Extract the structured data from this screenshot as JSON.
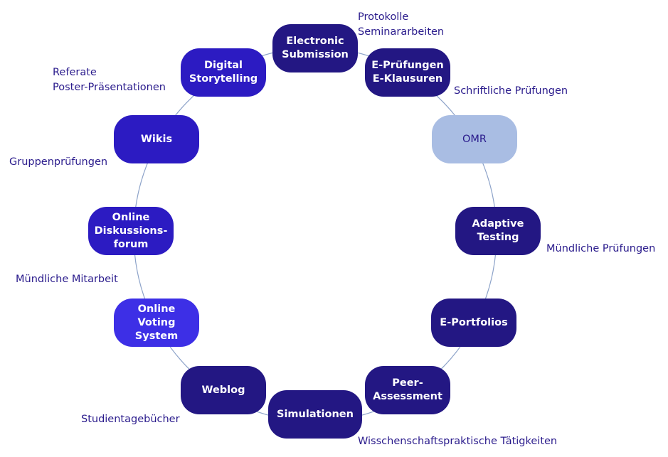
{
  "colors": {
    "ring": "#8da3c9",
    "navy": "#231783",
    "indigo": "#2c1bc2",
    "royal": "#3d2fe6",
    "light": "#a9bde3",
    "text": "#2a1b8c"
  },
  "nodes": {
    "electronic_submission": "Electronic\nSubmission",
    "e_pruefungen": "E-Prüfungen\nE-Klausuren",
    "omr": "OMR",
    "adaptive_testing": "Adaptive\nTesting",
    "e_portfolios": "E-Portfolios",
    "peer_assessment": "Peer-\nAssessment",
    "simulationen": "Simulationen",
    "weblog": "Weblog",
    "online_voting": "Online\nVoting\nSystem",
    "online_forum": "Online\nDiskussions-\nforum",
    "wikis": "Wikis",
    "digital_storytelling": "Digital\nStorytelling"
  },
  "notes": {
    "protokolle": "Protokolle\nSeminararbeiten",
    "schriftliche": "Schriftliche Prüfungen",
    "muendliche_pruefungen": "Mündliche Prüfungen",
    "wissenschaftspraktische": "Wisschenschaftspraktische Tätigkeiten",
    "studientagebuecher": "Studientagebücher",
    "muendliche_mitarbeit": "Mündliche Mitarbeit",
    "gruppenpruefungen": "Gruppenprüfungen",
    "referate": "Referate\nPoster-Präsentationen"
  }
}
